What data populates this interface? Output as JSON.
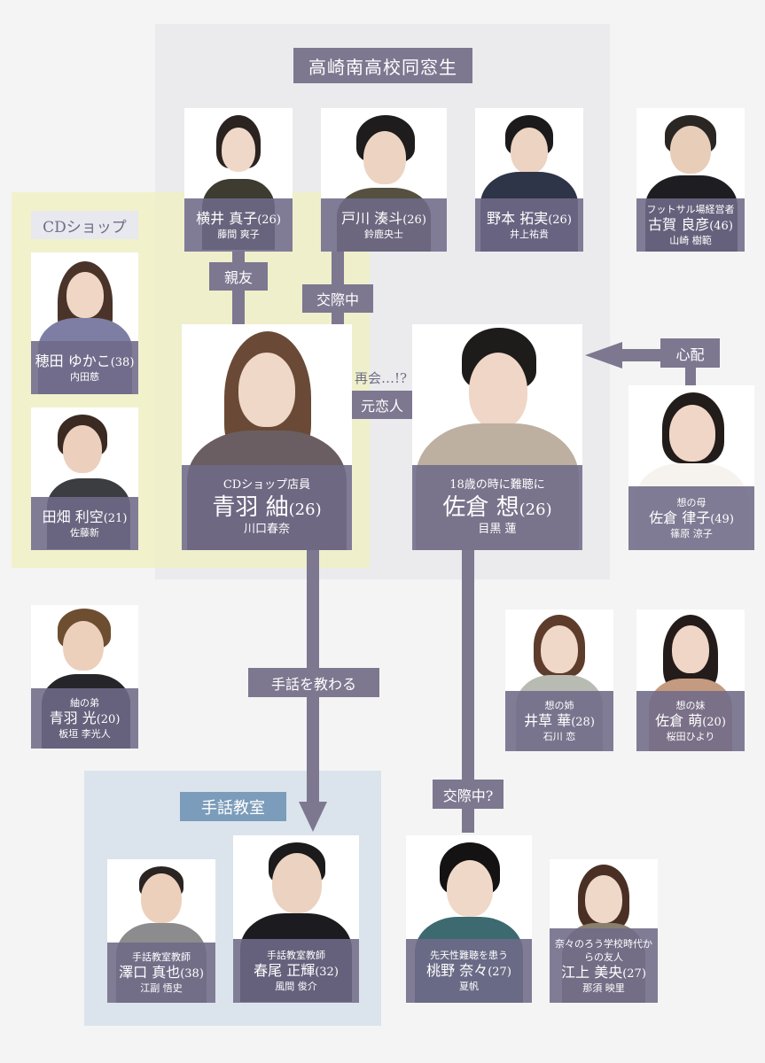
{
  "groups": {
    "classmates": "高崎南高校同窓生",
    "cd_shop": "CDショップ",
    "sign_class": "手話教室"
  },
  "relations": {
    "best_friend": "親友",
    "dating": "交際中",
    "reunion": "再会…!?",
    "ex_lover": "元恋人",
    "worried": "心配",
    "learns_sign": "手話を教わる",
    "dating_q": "交際中?"
  },
  "characters": {
    "yokoi": {
      "role": "",
      "name": "横井 真子",
      "age": "(26)",
      "actor": "藤間 爽子"
    },
    "togawa": {
      "role": "",
      "name": "戸川 湊斗",
      "age": "(26)",
      "actor": "鈴鹿央士"
    },
    "nomoto": {
      "role": "",
      "name": "野本 拓実",
      "age": "(26)",
      "actor": "井上祐貴"
    },
    "koga": {
      "role": "フットサル場経営者",
      "name": "古賀 良彦",
      "age": "(46)",
      "actor": "山崎 樹範"
    },
    "hoda": {
      "role": "",
      "name": "穂田 ゆかこ",
      "age": "(38)",
      "actor": "内田慈"
    },
    "tabata": {
      "role": "",
      "name": "田畑 利空",
      "age": "(21)",
      "actor": "佐藤新"
    },
    "aoba_tsumugi": {
      "role": "CDショップ店員",
      "name": "青羽 紬",
      "age": "(26)",
      "actor": "川口春奈"
    },
    "sakura_sou": {
      "role": "18歳の時に難聴に",
      "name": "佐倉 想",
      "age": "(26)",
      "actor": "目黒 蓮"
    },
    "sakura_ritsuko": {
      "role": "想の母",
      "name": "佐倉 律子",
      "age": "(49)",
      "actor": "篠原 涼子"
    },
    "aoba_hikaru": {
      "role": "紬の弟",
      "name": "青羽 光",
      "age": "(20)",
      "actor": "板垣 李光人"
    },
    "igusa": {
      "role": "想の姉",
      "name": "井草 華",
      "age": "(28)",
      "actor": "石川 恋"
    },
    "sakura_moe": {
      "role": "想の妹",
      "name": "佐倉 萌",
      "age": "(20)",
      "actor": "桜田ひより"
    },
    "sawaguchi": {
      "role": "手話教室教師",
      "name": "澤口 真也",
      "age": "(38)",
      "actor": "江副 悟史"
    },
    "haruo": {
      "role": "手話教室教師",
      "name": "春尾 正輝",
      "age": "(32)",
      "actor": "風間 俊介"
    },
    "momono": {
      "role": "先天性難聴を患う",
      "name": "桃野 奈々",
      "age": "(27)",
      "actor": "夏帆"
    },
    "egami": {
      "role": "奈々のろう学校時代からの友人",
      "name": "江上 美央",
      "age": "(27)",
      "actor": "那須 映里"
    }
  },
  "colors": {
    "accent": "#7d7890",
    "caption": "#706a88",
    "grey_zone": "#ebebee",
    "yellow_zone": "#f0f0c4",
    "blue_zone": "#dbe4ec",
    "blue_title": "#7b9cba"
  }
}
